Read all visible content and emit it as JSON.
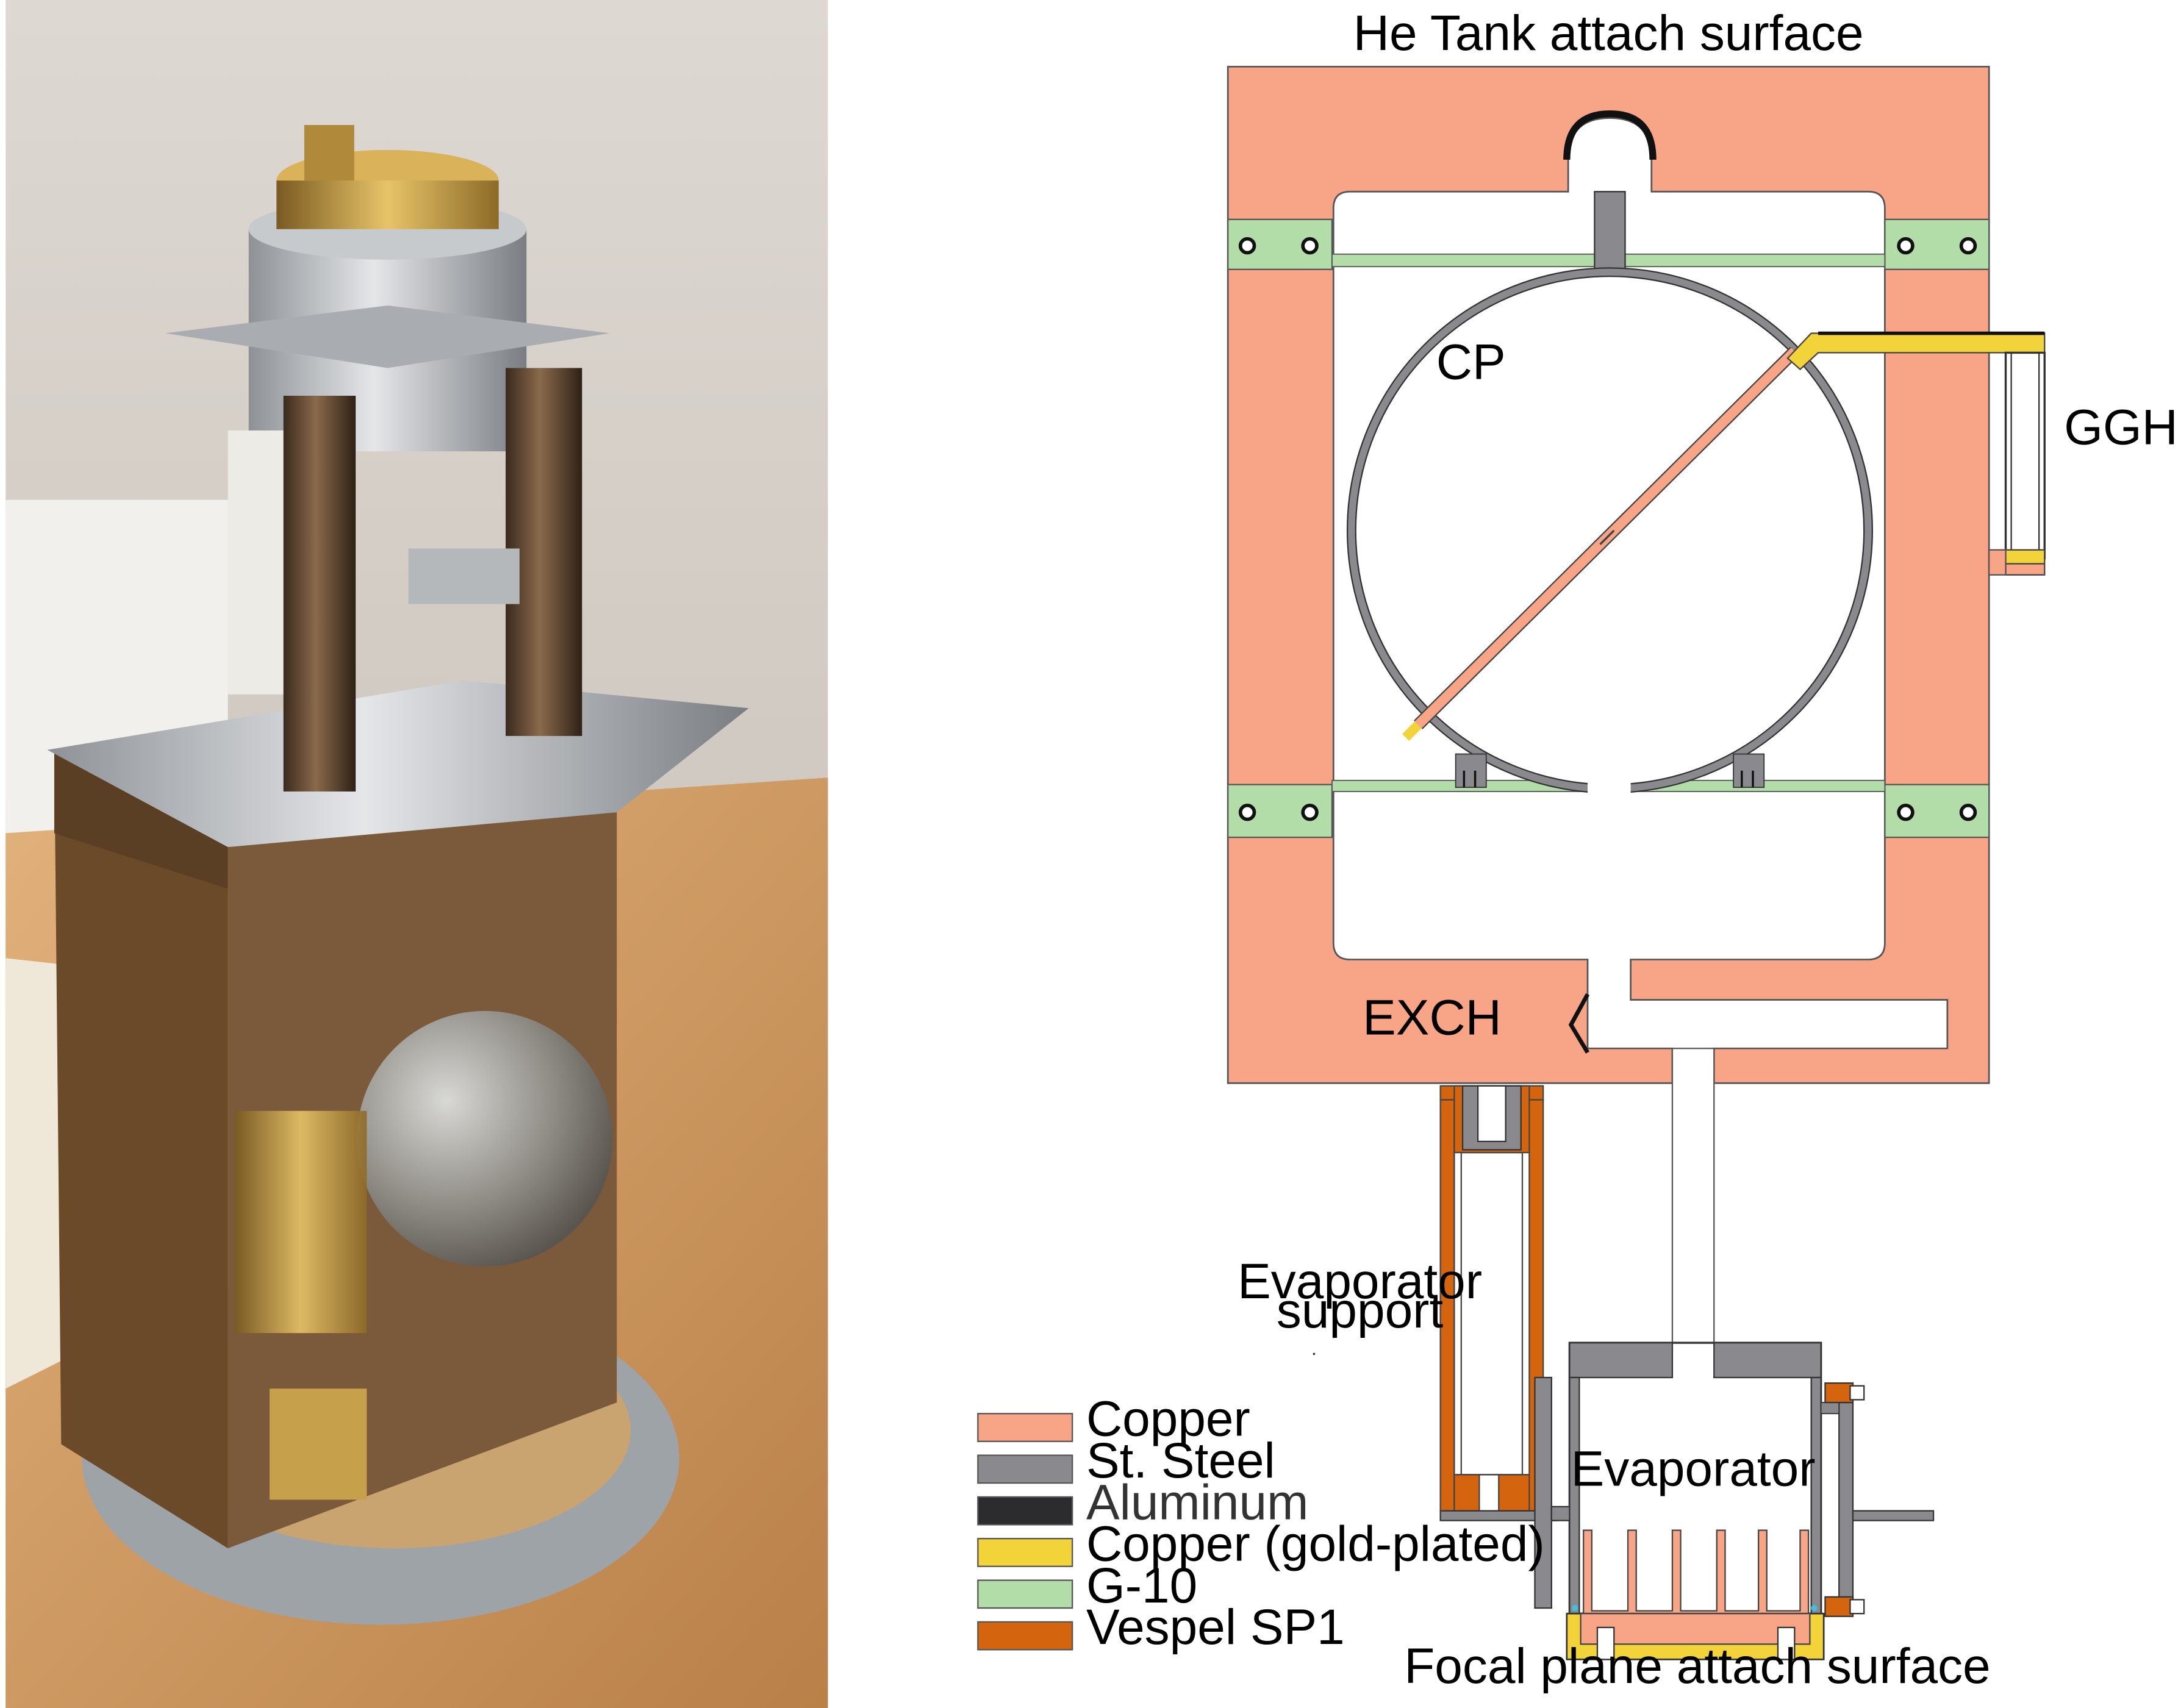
{
  "labels": {
    "top": "He Tank attach surface",
    "cp": "CP",
    "gghsw": "GGHSW",
    "exch": "EXCH",
    "evap_support_1": "Evaporator",
    "evap_support_2": "support",
    "evaporator": "Evaporator",
    "bottom": "Focal plane attach surface"
  },
  "legend": [
    {
      "label": "Copper",
      "color": "#f8a486"
    },
    {
      "label": "St. Steel",
      "color": "#8a8a8e"
    },
    {
      "label": "Aluminum",
      "color": "#2c2c2e"
    },
    {
      "label": "Copper (gold-plated)",
      "color": "#f2d33a"
    },
    {
      "label": "G-10",
      "color": "#b2dca8"
    },
    {
      "label": "Vespel SP1",
      "color": "#d4650e"
    }
  ],
  "colors": {
    "copper": "#f8a486",
    "steel": "#8a8a8e",
    "aluminum": "#2c2c2e",
    "gold": "#f2d33a",
    "g10": "#b2dca8",
    "vespel": "#d4650e"
  }
}
